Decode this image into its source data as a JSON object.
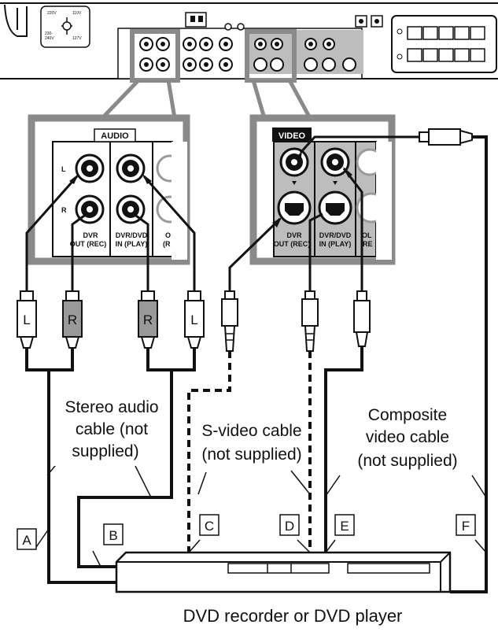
{
  "audio_panel": {
    "header": "AUDIO",
    "row_left": "L",
    "row_right": "R",
    "dvr_out_line1": "DVR",
    "dvr_out_line2": "OUT (REC)",
    "dvr_in_line1": "DVR/DVD",
    "dvr_in_line2": "IN (PLAY)",
    "cut_line1": "O",
    "cut_line2": "(R"
  },
  "video_panel": {
    "header": "VIDEO",
    "dvr_out_line1": "DVR",
    "dvr_out_line2": "OUT (REC)",
    "dvr_in_line1": "DVR/DVD",
    "dvr_in_line2": "IN (PLAY)",
    "cut_line1": "OL",
    "cut_line2": "(RE"
  },
  "voltage_selector": {
    "v1": "220V",
    "v2": "110V",
    "v3": "230-",
    "v4": "240V",
    "v5": "127V"
  },
  "plugs": {
    "left": "L",
    "right": "R"
  },
  "cables": {
    "stereo_line1": "Stereo audio",
    "stereo_line2": "cable (not",
    "stereo_line3": "supplied)",
    "svideo_line1": "S-video cable",
    "svideo_line2": "(not supplied)",
    "composite_line1": "Composite",
    "composite_line2": "video cable",
    "composite_line3": "(not supplied)"
  },
  "connection_labels": [
    "A",
    "B",
    "C",
    "D",
    "E",
    "F"
  ],
  "device_caption": "DVD recorder or DVD player"
}
